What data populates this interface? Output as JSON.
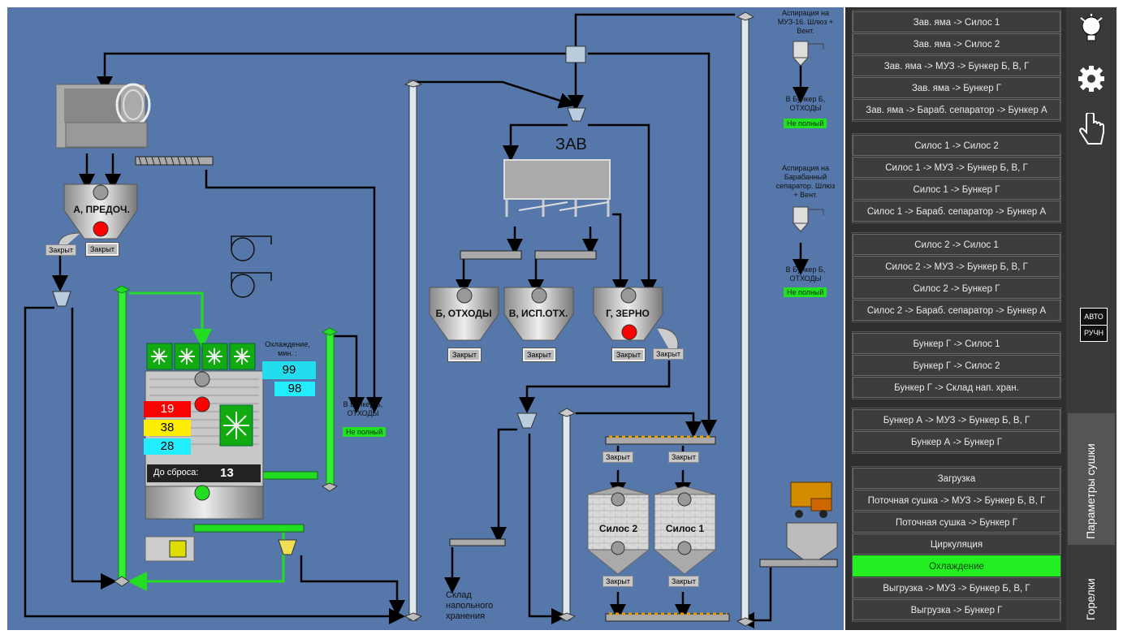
{
  "tanks": {
    "a": "А, ПРЕДОЧ.",
    "b": "Б, ОТХОДЫ",
    "v": "В, ИСП.ОТХ.",
    "g": "Г, ЗЕРНО",
    "silo2": "Силос 2",
    "silo1": "Силос 1"
  },
  "zav_label": "ЗАВ",
  "status": {
    "closed": "Закрыт",
    "not_full": "Не полный"
  },
  "aspiration": {
    "muz": "Аспирация на МУЗ-16. Шлюз + Вент.",
    "muz_dest": "В Бункер Б, ОТХОДЫ",
    "sep": "Аспирация на Барабанный сепаратор. Шлюз + Вент.",
    "sep_dest": "В Бункер Б, ОТХОДЫ"
  },
  "dryer": {
    "cooling_label": "Охлаждение, мин. :",
    "cooling_set": "99",
    "cooling_cur": "98",
    "temp1": "19",
    "temp2": "38",
    "temp3": "28",
    "reset_label": "До сброса:",
    "reset_value": "13",
    "dest_label": "В Бункер Б, ОТХОДЫ"
  },
  "storage_label": "Склад напольного хранения",
  "menu_groups": [
    [
      "Зав. яма -> Силос 1",
      "Зав. яма -> Силос 2",
      "Зав. яма -> МУЗ -> Бункер Б, В, Г",
      "Зав. яма -> Бункер Г",
      "Зав. яма -> Бараб. сепаратор -> Бункер А"
    ],
    [
      "Силос 1 -> Силос 2",
      "Силос 1 -> МУЗ -> Бункер Б, В, Г",
      "Силос 1 -> Бункер Г",
      "Силос 1 -> Бараб. сепаратор -> Бункер А"
    ],
    [
      "Силос 2 -> Силос 1",
      "Силос 2 -> МУЗ -> Бункер Б, В, Г",
      "Силос 2 -> Бункер Г",
      "Силос 2 -> Бараб. сепаратор -> Бункер А"
    ],
    [
      "Бункер Г -> Силос 1",
      "Бункер Г -> Силос 2",
      "Бункер Г -> Склад нап. хран."
    ],
    [
      "Бункер А -> МУЗ -> Бункер Б, В, Г",
      "Бункер А -> Бункер Г"
    ],
    [
      "Загрузка",
      "Поточная сушка -> МУЗ -> Бункер Б, В, Г",
      "Поточная сушка -> Бункер Г",
      "Циркуляция",
      "Охлаждение",
      "Выгрузка -> МУЗ -> Бункер Б, В, Г",
      "Выгрузка -> Бункер Г"
    ]
  ],
  "active_mode": "Охлаждение",
  "mode_switch": {
    "auto": "АВТО",
    "manual": "РУЧН"
  },
  "side_tabs": {
    "drying": "Параметры сушки",
    "burners": "Горелки"
  },
  "icons": [
    "lightbulb-icon",
    "gear-icon",
    "hand-pointer-icon"
  ],
  "colors": {
    "canvas": "#5577aa",
    "active": "#22ee22",
    "alarm": "#ff0000"
  }
}
